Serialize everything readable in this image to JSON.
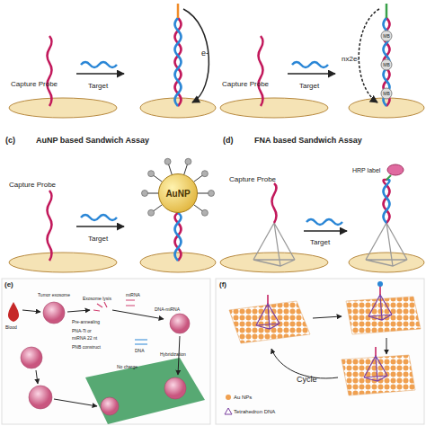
{
  "diagram": {
    "nodes": [
      {
        "text": [
          "AuNP"
        ]
      }
    ],
    "labels": [
      "Capture Probe",
      "Target",
      "e-",
      "Capture Probe",
      "Target",
      "nx2e-",
      "MB",
      "MB",
      "MB",
      "(c)",
      "AuNP based Sandwich Assay",
      "Capture Probe",
      "Target",
      "(d)",
      "FNA based Sandwich Assay",
      "Capture Probe",
      "Target",
      "HRP label",
      "(e)",
      "(f)",
      "Blood",
      "Tumor exosome",
      "Exosome lysis",
      "miRNA",
      "Pre-annealing",
      "PNA-Ti or",
      "miRNA 22 nt",
      "DNA",
      "PNB construct",
      "DNA-miRNA",
      "No charge",
      "Hybridization",
      "Cycle"
    ],
    "legend": [
      {
        "text": "Au NPs"
      },
      {
        "text": "Tetrahedron DNA"
      }
    ]
  }
}
